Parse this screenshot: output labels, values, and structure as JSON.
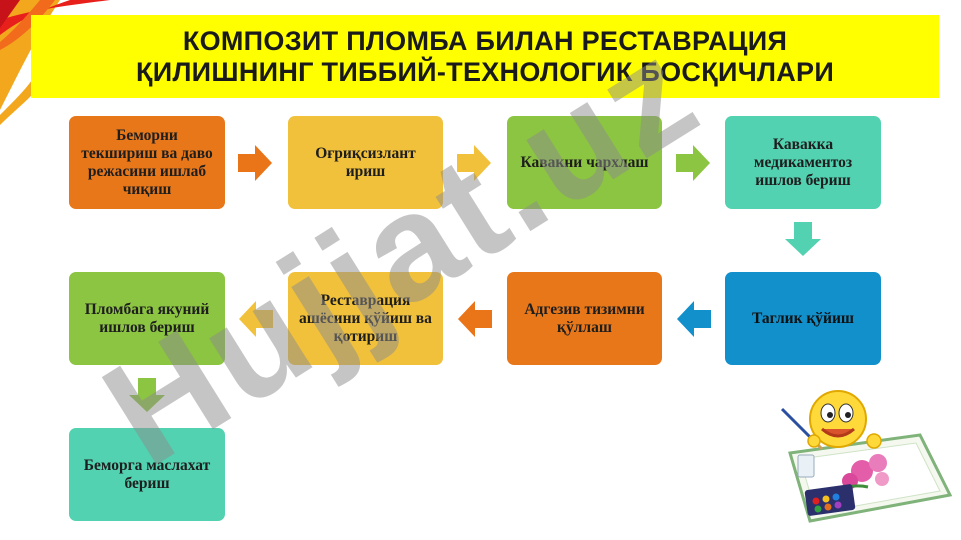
{
  "title": {
    "line1": "КОМПОЗИТ ПЛОМБА БИЛАН РЕСТАВРАЦИЯ",
    "line2": "ҚИЛИШНИНГ ТИББИЙ-ТЕХНОЛОГИК БОСҚИЧЛАРИ"
  },
  "steps": [
    {
      "label": "Беморни текшириш ва даво режасини ишлаб чиқиш",
      "color": "#e8771a"
    },
    {
      "label": "Оғриқсизлант ириш",
      "color": "#f1c13c"
    },
    {
      "label": "Кавакни чархлаш",
      "color": "#8cc541"
    },
    {
      "label": "Кавакка медикаментоз ишлов бериш",
      "color": "#52d2b1"
    },
    {
      "label": "Таглик қўйиш",
      "color": "#1190cc"
    },
    {
      "label": "Адгезив тизимни қўллаш",
      "color": "#e8771a"
    },
    {
      "label": "Реставрация ашёсини қўйиш ва қотириш",
      "color": "#f1c13c"
    },
    {
      "label": "Пломбага якуний ишлов бериш",
      "color": "#8cc541"
    },
    {
      "label": "Беморга маслахат бериш",
      "color": "#52d2b1"
    }
  ],
  "watermark": "Hujjat.uz"
}
